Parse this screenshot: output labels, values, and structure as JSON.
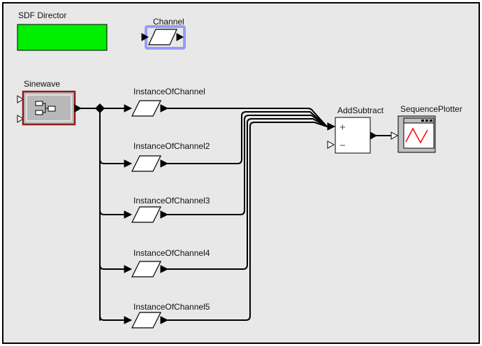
{
  "director": {
    "label": "SDF Director",
    "color": "#00ee00"
  },
  "channel_class": {
    "label": "Channel",
    "highlight_color": "#9999ff"
  },
  "sinewave": {
    "label": "Sinewave",
    "border_color": "#8b1a1a"
  },
  "instances": [
    {
      "label": "InstanceOfChannel"
    },
    {
      "label": "InstanceOfChannel2"
    },
    {
      "label": "InstanceOfChannel3"
    },
    {
      "label": "InstanceOfChannel4"
    },
    {
      "label": "InstanceOfChannel5"
    }
  ],
  "add_subtract": {
    "label": "AddSubtract",
    "plus_symbol": "+",
    "minus_symbol": "−"
  },
  "plotter": {
    "label": "SequencePlotter",
    "wave_color": "#ff0000"
  },
  "canvas": {
    "background": "#e8e8e8"
  }
}
